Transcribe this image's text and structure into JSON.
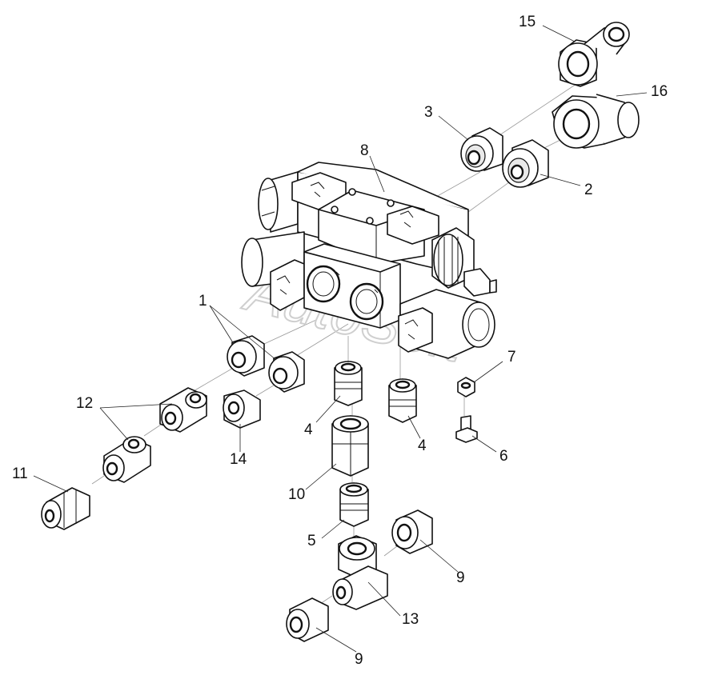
{
  "watermark": "AutoSoft",
  "callouts": [
    {
      "id": "c15",
      "text": "15"
    },
    {
      "id": "c16",
      "text": "16"
    },
    {
      "id": "c3",
      "text": "3"
    },
    {
      "id": "c8",
      "text": "8"
    },
    {
      "id": "c2",
      "text": "2"
    },
    {
      "id": "c1",
      "text": "1"
    },
    {
      "id": "c7",
      "text": "7"
    },
    {
      "id": "c12",
      "text": "12"
    },
    {
      "id": "c4a",
      "text": "4"
    },
    {
      "id": "c4b",
      "text": "4"
    },
    {
      "id": "c6",
      "text": "6"
    },
    {
      "id": "c14",
      "text": "14"
    },
    {
      "id": "c11",
      "text": "11"
    },
    {
      "id": "c10",
      "text": "10"
    },
    {
      "id": "c5",
      "text": "5"
    },
    {
      "id": "c9a",
      "text": "9"
    },
    {
      "id": "c13",
      "text": "13"
    },
    {
      "id": "c9b",
      "text": "9"
    }
  ]
}
